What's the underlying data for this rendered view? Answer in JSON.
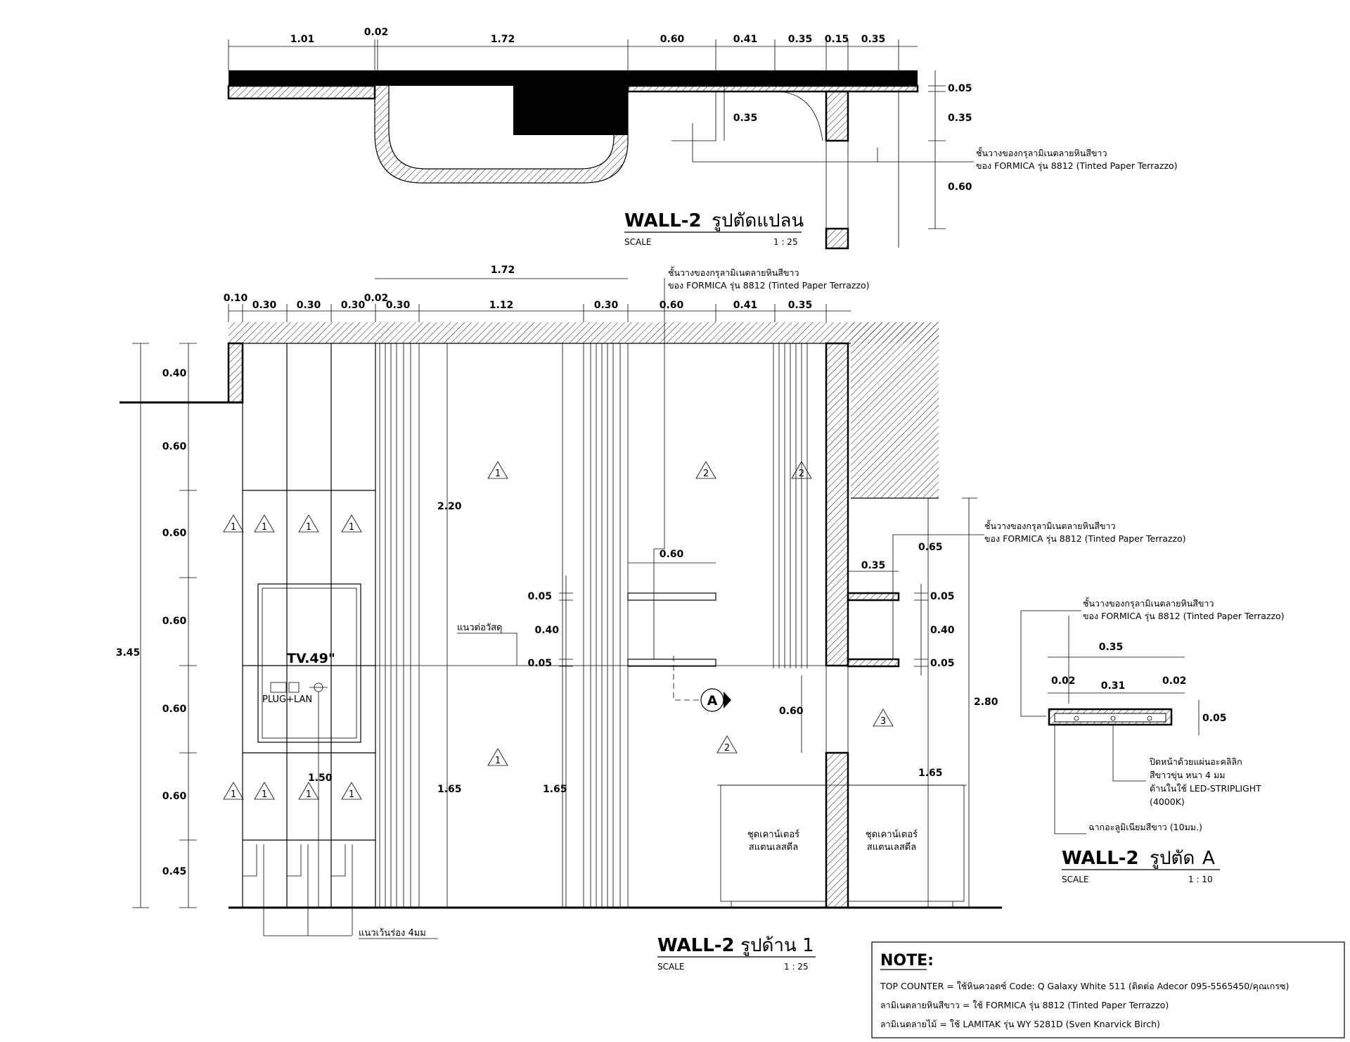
{
  "plan": {
    "title": "WALL-2",
    "title_th": "รูปตัดแปลน",
    "scale_label": "SCALE",
    "scale_value": "1 : 25",
    "top_dims": [
      "1.01",
      "0.02",
      "1.72",
      "0.60",
      "0.41",
      "0.35",
      "0.15",
      "0.35"
    ],
    "right_dims": [
      "0.05",
      "0.35",
      "0.60"
    ],
    "inner_dim": "0.35",
    "note_line1": "ชั้นวางของกรุลามิเนตลายหินสีขาว",
    "note_line2": "ของ FORMICA รุ่น 8812 (Tinted Paper Terrazzo)"
  },
  "elevation": {
    "title": "WALL-2",
    "title_th": "รูปด้าน 1",
    "scale_label": "SCALE",
    "scale_value": "1 : 25",
    "top_overall_dim": "1.72",
    "top_dims": [
      "0.10",
      "0.30",
      "0.30",
      "0.30",
      "0.02",
      "0.30",
      "1.12",
      "0.30",
      "0.60",
      "0.41",
      "0.35"
    ],
    "left_dims": [
      "0.40",
      "0.60",
      "0.60",
      "0.60",
      "0.60",
      "0.60",
      "0.45"
    ],
    "overall_height": "3.45",
    "shelf_note_line1": "ชั้นวางของกรุลามิเนตลายหินสีขาว",
    "shelf_note_line2": "ของ FORMICA รุ่น 8812 (Tinted Paper Terrazzo)",
    "dim_220": "2.20",
    "dim_165_a": "1.65",
    "dim_165_b": "1.65",
    "dim_165_c": "1.65",
    "dim_150": "1.50",
    "dim_280": "2.80",
    "dim_065": "0.65",
    "shelf_width": "0.60",
    "shelf_thk_1": "0.05",
    "shelf_gap": "0.40",
    "shelf_thk_2": "0.05",
    "right_shelf_width": "0.35",
    "right_shelf_thk_1": "0.05",
    "right_shelf_gap": "0.40",
    "right_shelf_thk_2": "0.05",
    "cabinet_gap_dim": "0.60",
    "joint_label": "แนวต่อวัสดุ",
    "groove_label": "แนวเว้นร่อง 4มม",
    "tv_label": "TV.49\"",
    "plug_label": "PLUG+LAN",
    "counter_label_1": "ชุดเคาน์เตอร์",
    "counter_label_2": "สแตนเลสตีล",
    "section_marker": "A",
    "tags": [
      "1",
      "2",
      "3"
    ]
  },
  "section_a": {
    "title": "WALL-2",
    "title_th": "รูปตัด",
    "title_letter": "A",
    "scale_label": "SCALE",
    "scale_value": "1 : 10",
    "note_line1": "ชั้นวางของกรุลามิเนตลายหินสีขาว",
    "note_line2": "ของ FORMICA รุ่น 8812 (Tinted Paper Terrazzo)",
    "dims": [
      "0.35",
      "0.02",
      "0.31",
      "0.02",
      "0.05"
    ],
    "cover_line1": "ปิดหน้าด้วยแผ่นอะคลิลิก",
    "cover_line2": "สีขาวขุ่น หนา 4 มม",
    "cover_line3": "ด้านในใช้ LED-STRIPLIGHT",
    "cover_line4": "(4000K)",
    "channel_label": "ฉากอะลูมิเนียมสีขาว (10มม.)"
  },
  "notes": {
    "heading": "NOTE:",
    "line1": "TOP COUNTER = ใช้หินควอตซ์ Code: Q Galaxy White 511 (ติดต่อ Adecor 095-5565450/คุณเกรซ)",
    "line2": "ลามิเนตลายหินสีขาว = ใช้ FORMICA รุ่น 8812 (Tinted Paper Terrazzo)",
    "line3": "ลามิเนตลายไม้ = ใช้ LAMITAK รุ่น WY 5281D (Sven Knarvick Birch)"
  }
}
